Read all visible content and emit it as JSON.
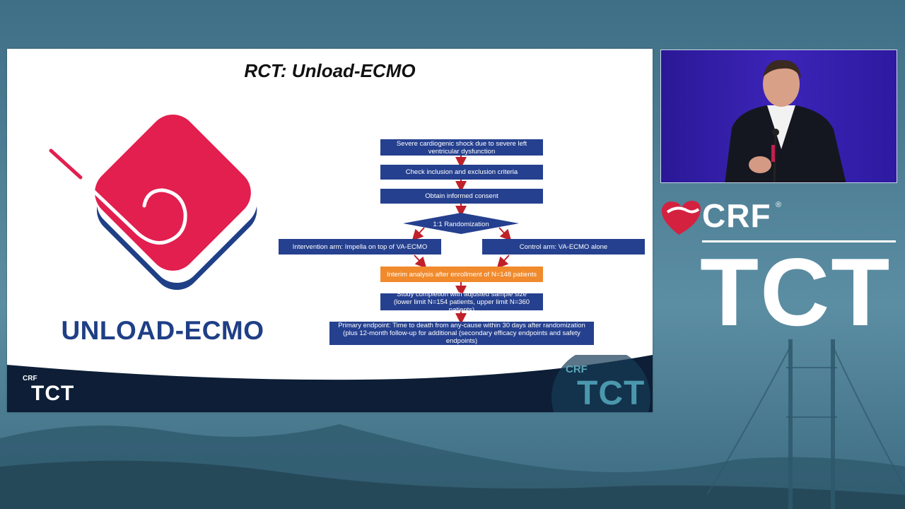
{
  "slide": {
    "title": "RCT: Unload-ECMO",
    "logo_text": "UNLOAD-ECMO",
    "flowchart": {
      "step1": "Severe cardiogenic shock due to severe left ventricular dysfunction",
      "step2": "Check inclusion and exclusion criteria",
      "step3": "Obtain informed consent",
      "randomization": "1:1 Randomization",
      "arm_intervention": "Intervention arm: Impella on top of VA-ECMO",
      "arm_control": "Control arm: VA-ECMO alone",
      "interim": "Interim analysis after enrollment of N=148 patients",
      "completion_line1": "Study completion with adjusted sample size",
      "completion_line2": "(lower limit N=154 patients, upper limit N=360 patients)",
      "endpoint_line1": "Primary endpoint: Time to death from any-cause within 30 days after randomization",
      "endpoint_line2": "(plus 12-month follow-up for additional (secondary efficacy endpoints and safety endpoints)"
    },
    "footer": {
      "crf_small": "CRF",
      "tct_small": "TCT",
      "crf_watermark": "CRF",
      "tct_watermark": "TCT"
    }
  },
  "branding": {
    "crf": "CRF",
    "registered": "®",
    "tct": "TCT"
  },
  "colors": {
    "flow_blue": "#25408f",
    "flow_orange": "#f08a2c",
    "logo_red": "#e21f4e",
    "logo_navy": "#1f3f86",
    "arrow_red": "#c0202a"
  }
}
